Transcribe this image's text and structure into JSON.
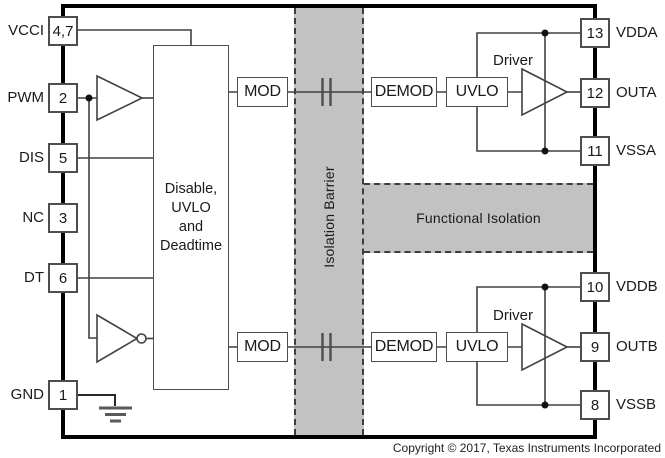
{
  "pins": {
    "left": [
      {
        "name": "VCCI",
        "number": "4,7"
      },
      {
        "name": "PWM",
        "number": "2"
      },
      {
        "name": "DIS",
        "number": "5"
      },
      {
        "name": "NC",
        "number": "3"
      },
      {
        "name": "DT",
        "number": "6"
      },
      {
        "name": "GND",
        "number": "1"
      }
    ],
    "right": [
      {
        "number": "13",
        "name": "VDDA"
      },
      {
        "number": "12",
        "name": "OUTA"
      },
      {
        "number": "11",
        "name": "VSSA"
      },
      {
        "number": "10",
        "name": "VDDB"
      },
      {
        "number": "9",
        "name": "OUTB"
      },
      {
        "number": "8",
        "name": "VSSB"
      }
    ]
  },
  "blocks": {
    "disable": "Disable,\nUVLO\nand\nDeadtime",
    "mod_a": "MOD",
    "demod_a": "DEMOD",
    "uvlo_a": "UVLO",
    "driver_a": "Driver",
    "mod_b": "MOD",
    "demod_b": "DEMOD",
    "uvlo_b": "UVLO",
    "driver_b": "Driver"
  },
  "isolation": {
    "barrier_label": "Isolation Barrier",
    "functional_label": "Functional Isolation"
  },
  "footer": {
    "copyright": "Copyright © 2017, Texas Instruments Incorporated"
  },
  "colors": {
    "background": "#ffffff",
    "band_gray": "#c2c2c2",
    "wire": "#404040",
    "chip_border": "#000000",
    "box_border": "#4d4d4d",
    "text": "#1a1a1a"
  }
}
